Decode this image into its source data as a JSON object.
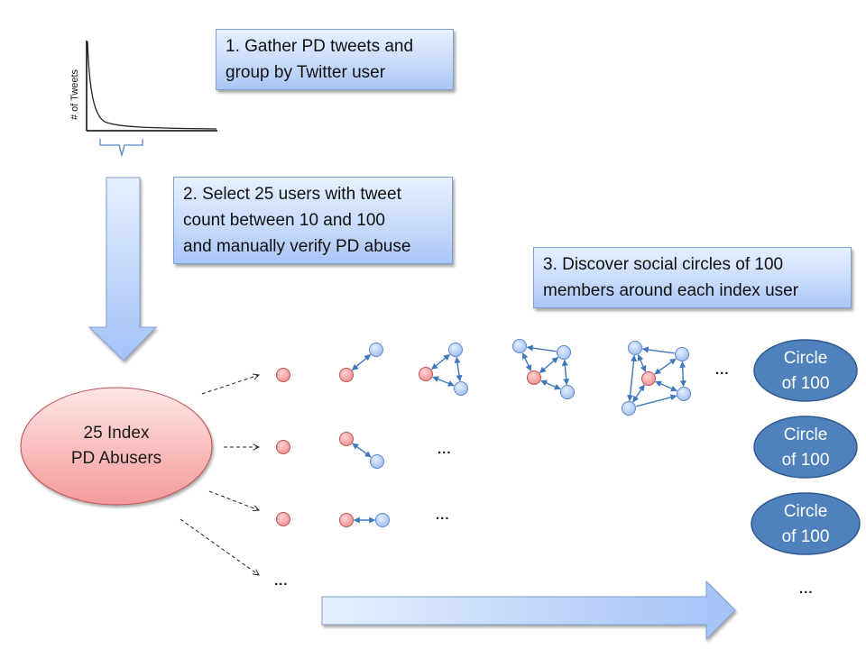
{
  "steps": [
    {
      "number": "1.",
      "lines": [
        "1. Gather PD tweets and",
        "group by Twitter user"
      ]
    },
    {
      "number": "2.",
      "lines": [
        "2. Select 25 users with tweet",
        "count between 10 and 100",
        "and manually verify PD abuse"
      ]
    },
    {
      "number": "3.",
      "lines": [
        "3. Discover social circles of 100",
        "members around each index user"
      ]
    }
  ],
  "distribution_plot": {
    "y_axis_label": "# of Tweets",
    "shape": "long-tail decay",
    "selected_range_marker": "brace"
  },
  "index_group": {
    "lines": [
      "25 Index",
      "PD Abusers"
    ]
  },
  "circles": [
    {
      "lines": [
        "Circle",
        "of 100"
      ]
    },
    {
      "lines": [
        "Circle",
        "of 100"
      ]
    },
    {
      "lines": [
        "Circle",
        "of 100"
      ]
    }
  ],
  "ellipsis": "...",
  "colors": {
    "index_node_fill": "#f4a6a6",
    "index_node_stroke": "#c05050",
    "member_node_fill": "#b8cff5",
    "member_node_stroke": "#5a86c8",
    "edge_color": "#3f77bd",
    "circle_fill": "#4f81bd",
    "circle_stroke": "#2f5a8f",
    "arrow_fill_light": "#e6efff",
    "arrow_fill_dark": "#a3c2f7"
  },
  "rows": [
    {
      "stages": [
        0,
        1,
        2,
        3,
        4
      ],
      "continues": true
    },
    {
      "stages": [
        0,
        1
      ],
      "continues": true
    },
    {
      "stages": [
        0,
        1
      ],
      "continues": true
    },
    {
      "stages": [],
      "continues": true
    }
  ]
}
